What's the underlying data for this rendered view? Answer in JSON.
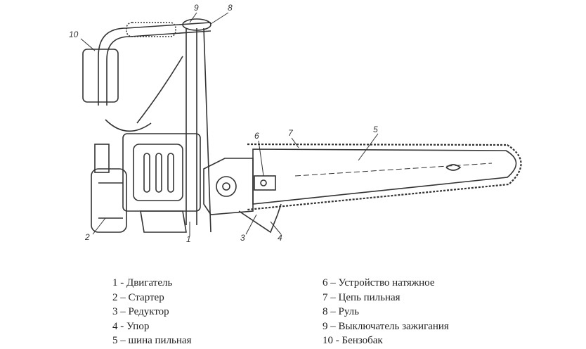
{
  "callouts": {
    "c1": "1",
    "c2": "2",
    "c3": "3",
    "c4": "4",
    "c5": "5",
    "c6": "6",
    "c7": "7",
    "c8": "8",
    "c9": "9",
    "c10": "10"
  },
  "legend": {
    "left": [
      "1 - Двигатель",
      "2 – Стартер",
      "3 – Редуктор",
      "4 - Упор",
      "5 – шина пильная"
    ],
    "right": [
      "6 – Устройство натяжное",
      "7 – Цепь пильная",
      "8 – Руль",
      "9 – Выключатель зажигания",
      "10 - Бензобак"
    ]
  }
}
